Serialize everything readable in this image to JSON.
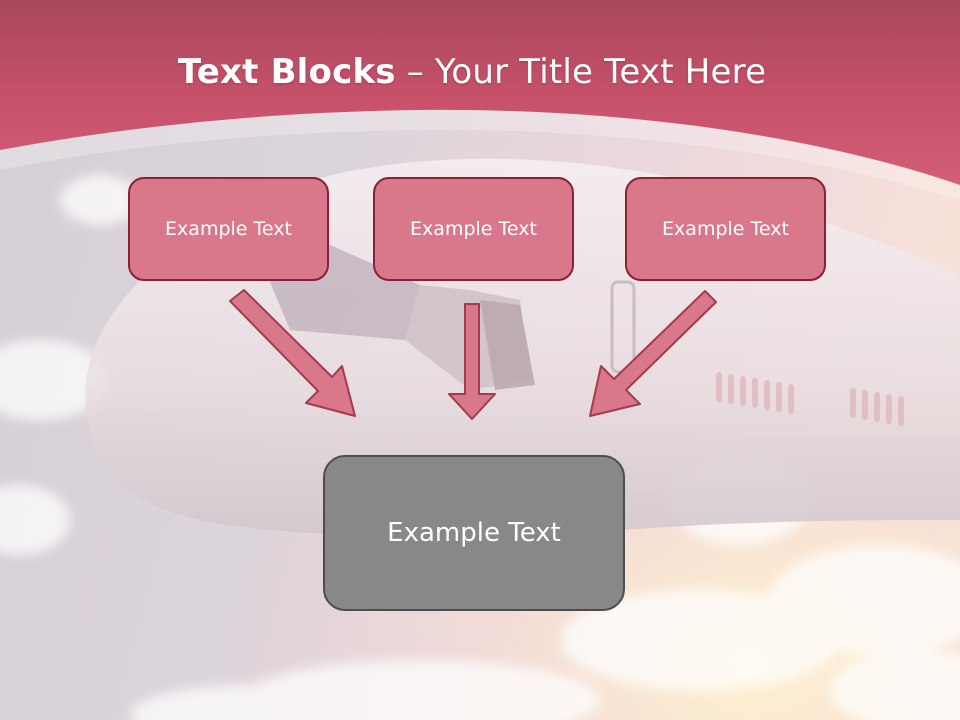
{
  "slide": {
    "title_bold": "Text Blocks",
    "title_rest": " – Your Title Text Here",
    "boxes": [
      {
        "label": "Example Text"
      },
      {
        "label": "Example Text"
      },
      {
        "label": "Example Text"
      }
    ],
    "target_box": {
      "label": "Example Text"
    }
  },
  "colors": {
    "header": "#c9546d",
    "box_fill": "#d9788a",
    "box_border": "#8a1f37",
    "arrow_fill": "#d9788a",
    "target_fill": "#888888",
    "target_border": "#4d4d4d"
  }
}
